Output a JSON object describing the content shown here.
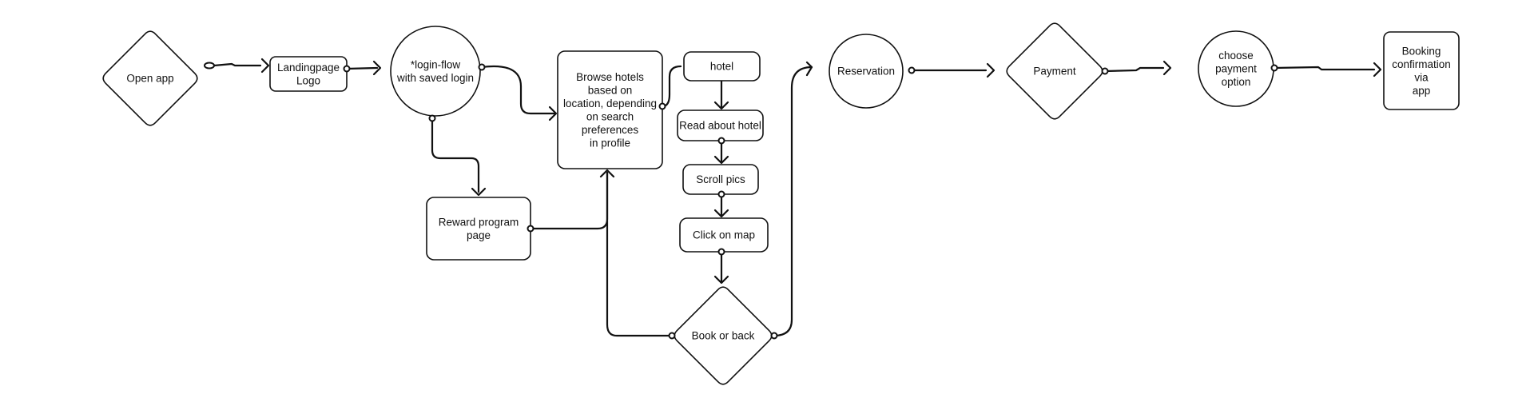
{
  "diagram": {
    "nodes": [
      {
        "id": "open-app",
        "lines": [
          "Open app"
        ]
      },
      {
        "id": "landing-page",
        "lines": [
          "Landingpage",
          "Logo"
        ]
      },
      {
        "id": "login-flow",
        "lines": [
          "*login-flow",
          "with saved login"
        ]
      },
      {
        "id": "reward-program",
        "lines": [
          "Reward program",
          "page"
        ]
      },
      {
        "id": "browse-hotels",
        "lines": [
          "Browse hotels",
          "based on",
          "location, depending",
          "on search",
          "preferences",
          "in profile"
        ]
      },
      {
        "id": "hotel",
        "lines": [
          "hotel"
        ]
      },
      {
        "id": "read-about-hotel",
        "lines": [
          "Read about hotel"
        ]
      },
      {
        "id": "scroll-pics",
        "lines": [
          "Scroll pics"
        ]
      },
      {
        "id": "click-on-map",
        "lines": [
          "Click on map"
        ]
      },
      {
        "id": "book-or-back",
        "lines": [
          "Book or back"
        ]
      },
      {
        "id": "reservation",
        "lines": [
          "Reservation"
        ]
      },
      {
        "id": "payment",
        "lines": [
          "Payment"
        ]
      },
      {
        "id": "choose-payment",
        "lines": [
          "choose",
          "payment",
          "option"
        ]
      },
      {
        "id": "booking-confirmation",
        "lines": [
          "Booking",
          "confirmation",
          "via",
          "app"
        ]
      }
    ],
    "edges": [
      {
        "from": "open-app",
        "to": "landing-page"
      },
      {
        "from": "landing-page",
        "to": "login-flow"
      },
      {
        "from": "login-flow",
        "to": "browse-hotels"
      },
      {
        "from": "login-flow",
        "to": "reward-program"
      },
      {
        "from": "reward-program",
        "to": "browse-hotels"
      },
      {
        "from": "browse-hotels",
        "to": "hotel"
      },
      {
        "from": "hotel",
        "to": "read-about-hotel"
      },
      {
        "from": "read-about-hotel",
        "to": "scroll-pics"
      },
      {
        "from": "scroll-pics",
        "to": "click-on-map"
      },
      {
        "from": "click-on-map",
        "to": "book-or-back"
      },
      {
        "from": "book-or-back",
        "to": "browse-hotels"
      },
      {
        "from": "book-or-back",
        "to": "reservation"
      },
      {
        "from": "reservation",
        "to": "payment"
      },
      {
        "from": "payment",
        "to": "choose-payment"
      },
      {
        "from": "choose-payment",
        "to": "booking-confirmation"
      }
    ]
  }
}
